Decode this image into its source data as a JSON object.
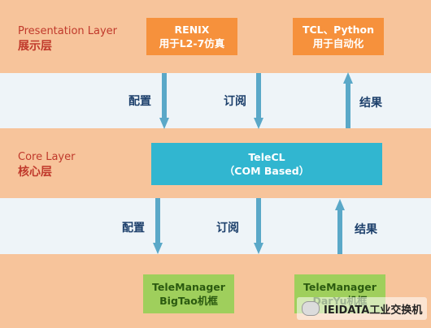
{
  "presentation": {
    "title_en": "Presentation Layer",
    "title_cn": "展示层",
    "box_renix": [
      "RENIX",
      "用于L2-7仿真"
    ],
    "box_script": [
      "TCL、Python",
      "用于自动化"
    ]
  },
  "core": {
    "title_en": "Core Layer",
    "title_cn": "核心层",
    "box_telecl": [
      "TeleCL",
      "（COM Based）"
    ]
  },
  "bottom": {
    "box_bigtao": [
      "TeleManager",
      "BigTao机框"
    ],
    "box_daryu": [
      "TeleManager",
      "DarYu机框"
    ]
  },
  "edges": {
    "config_label": "配置",
    "subscribe_label": "订阅",
    "result_label": "结果"
  },
  "watermark": "IEIDATA工业交换机",
  "colors": {
    "band": "#f7c49b",
    "arrow": "#5aa8c8",
    "label_red": "#c0392b"
  }
}
